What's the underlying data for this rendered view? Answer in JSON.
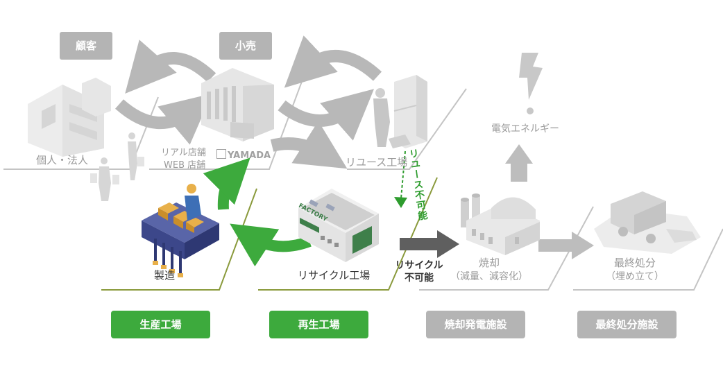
{
  "colors": {
    "gray": "#b4b4b4",
    "green": "#3daa3d",
    "olive": "#8a9a3c",
    "text_dark": "#333333",
    "text_gray": "#9a9a9a",
    "green_text": "#2e9c2e"
  },
  "top_labels": {
    "customer": "顧客",
    "retail": "小売"
  },
  "nodes": {
    "individual_corporate": "個人・法人",
    "real_store": "リアル店舗",
    "web_store": "WEB 店舗",
    "yamada_logo": "YAMADA",
    "reuse_factory": "リユース工場",
    "electricity": "電気エネルギー",
    "manufacturing": "製造",
    "recycle_factory": "リサイクル工場",
    "factory_sign": "FACTORY",
    "incineration": "焼却",
    "incineration_sub": "（減量、減容化）",
    "final_disposal": "最終処分",
    "final_disposal_sub": "（埋め立て）"
  },
  "flow_labels": {
    "reuse_impossible": "リユース不可能",
    "recycle_impossible_1": "リサイクル",
    "recycle_impossible_2": "不可能"
  },
  "bottom_tags": {
    "production_factory": "生産工場",
    "regeneration_factory": "再生工場",
    "incineration_power": "焼却発電施設",
    "final_disposal_facility": "最終処分施設"
  },
  "icons": [
    "office-building-icon",
    "retail-store-icon",
    "shoppers-icon",
    "worker-fridge-icon",
    "lightning-icon",
    "conveyor-worker-icon",
    "recycle-factory-icon",
    "incinerator-icon",
    "landfill-truck-icon"
  ]
}
